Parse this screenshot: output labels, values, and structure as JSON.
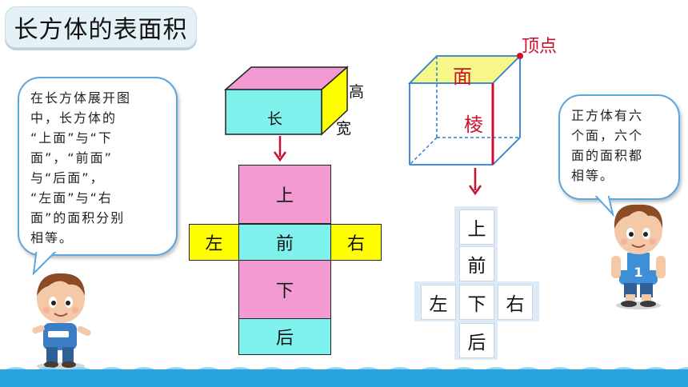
{
  "title": "长方体的表面积",
  "left_bubble": {
    "lines": [
      "在长方体展开图",
      "中，长方体的",
      "“上面”与“下",
      "面”，“前面”",
      "与“后面”，",
      "“左面”与“右",
      "面”的面积分别",
      "相等。"
    ]
  },
  "right_bubble": {
    "lines": [
      "正方体有六",
      "个面，六个",
      "面的面积都",
      "相等。"
    ]
  },
  "cuboid": {
    "front_label": "长",
    "height_label": "高",
    "width_label": "宽"
  },
  "cuboid_net": {
    "top": "上",
    "left": "左",
    "front": "前",
    "right": "右",
    "bottom": "下",
    "back": "后"
  },
  "cube": {
    "vertex_label": "顶点",
    "face_label": "面",
    "edge_label": "棱"
  },
  "cube_net": {
    "top": "上",
    "front": "前",
    "left": "左",
    "bottom": "下",
    "right": "右",
    "back": "后"
  },
  "boy_shirt_number": "1",
  "colors": {
    "pink": "#f39ad2",
    "cyan": "#7ff2ee",
    "yellow": "#ffff00",
    "light_yellow": "#f7f78a",
    "red": "#c8102e",
    "blue_band": "#27a3dd",
    "cube_net_fill": "#dcebf7"
  }
}
